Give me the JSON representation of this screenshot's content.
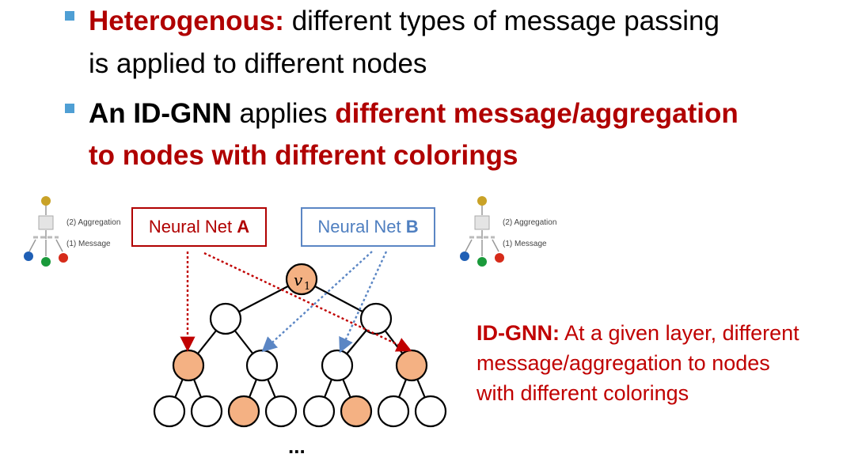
{
  "bullets": [
    {
      "emphasis": "Heterogenous:",
      "line1_rest": " different types of message passing",
      "line2": "is applied to different nodes"
    },
    {
      "lead": "An ID-GNN",
      "mid": " applies ",
      "emphasis_line1": "different message/aggregation",
      "emphasis_line2": "to nodes with different colorings"
    }
  ],
  "neural_nets": {
    "a_prefix": "Neural Net ",
    "a_letter": "A",
    "b_prefix": "Neural Net ",
    "b_letter": "B"
  },
  "tree": {
    "root_label": "v",
    "root_subscript": "1",
    "ellipsis": "..."
  },
  "mini_diagram": {
    "aggregation_label": "(2) Aggregation",
    "message_label": "(1) Message"
  },
  "description": {
    "highlight": "ID-GNN:",
    "line1_rest": " At a given layer, different",
    "line2": "message/aggregation to nodes",
    "line3": "with different colorings"
  },
  "colors": {
    "emphasis_red": "#b00000",
    "net_a": "#b00000",
    "net_b": "#4f7fc0",
    "colored_node": "#f4b183",
    "bullet_square": "#4f9fd4"
  }
}
